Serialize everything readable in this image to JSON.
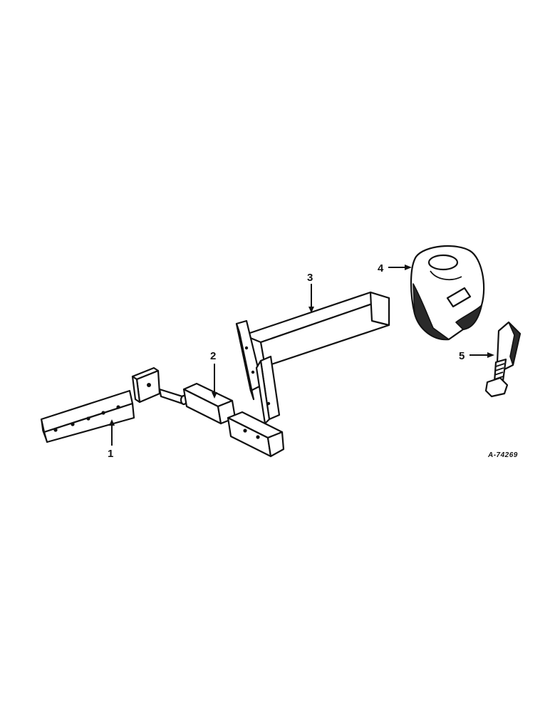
{
  "diagram": {
    "callouts": [
      "1",
      "2",
      "3",
      "4",
      "5"
    ],
    "reference_number": "A-74269"
  }
}
